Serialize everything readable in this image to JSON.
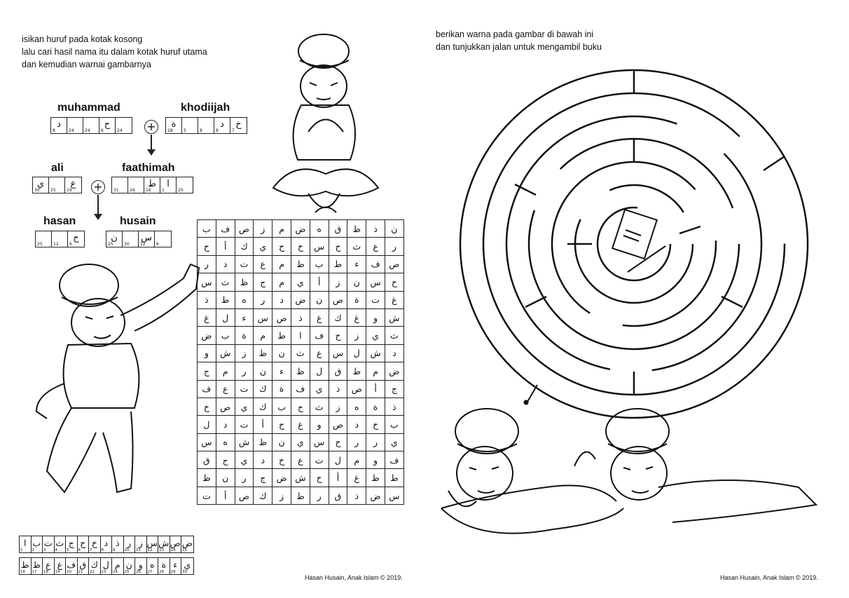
{
  "left_page": {
    "instructions": [
      "isikan huruf pada kotak kosong",
      "lalu cari hasil nama itu dalam kotak huruf utama",
      "dan kemudian warnai gambarnya"
    ],
    "puzzles": [
      {
        "name": "muhammad",
        "boxes": [
          {
            "char": "د",
            "num": "8"
          },
          {
            "char": "",
            "num": "24"
          },
          {
            "char": "",
            "num": "24"
          },
          {
            "char": "ح",
            "num": "6"
          },
          {
            "char": "",
            "num": "24"
          }
        ]
      },
      {
        "name": "khodiijah",
        "boxes": [
          {
            "char": "ة",
            "num": "28"
          },
          {
            "char": "",
            "num": "5"
          },
          {
            "char": "",
            "num": "8"
          },
          {
            "char": "د",
            "num": "8"
          },
          {
            "char": "خ",
            "num": "7"
          }
        ]
      },
      {
        "name": "ali",
        "boxes": [
          {
            "char": "ي",
            "num": "30"
          },
          {
            "char": "",
            "num": "25"
          },
          {
            "char": "ع",
            "num": "19"
          }
        ]
      },
      {
        "name": "faathimah",
        "boxes": [
          {
            "char": "",
            "num": "31"
          },
          {
            "char": "",
            "num": "24"
          },
          {
            "char": "ط",
            "num": "16"
          },
          {
            "char": "ا",
            "num": "1"
          },
          {
            "char": "",
            "num": "20"
          }
        ]
      },
      {
        "name": "hasan",
        "boxes": [
          {
            "char": "",
            "num": "25"
          },
          {
            "char": "",
            "num": "12"
          },
          {
            "char": "ح",
            "num": "6"
          }
        ]
      },
      {
        "name": "husain",
        "boxes": [
          {
            "char": "ن",
            "num": "25"
          },
          {
            "char": "",
            "num": "30"
          },
          {
            "char": "س",
            "num": "12"
          },
          {
            "char": "",
            "num": "6"
          }
        ]
      }
    ],
    "plus_symbol": "+",
    "word_grid": [
      [
        "ب",
        "ف",
        "ص",
        "ز",
        "م",
        "ض",
        "ه",
        "ق",
        "ظ",
        "ذ",
        "ن"
      ],
      [
        "ح",
        "أ",
        "ك",
        "ي",
        "ح",
        "خ",
        "س",
        "ح",
        "ث",
        "ع",
        "ر"
      ],
      [
        "ر",
        "د",
        "ت",
        "ع",
        "م",
        "ط",
        "ب",
        "ط",
        "ء",
        "ف",
        "ص"
      ],
      [
        "س",
        "ث",
        "ظ",
        "ج",
        "م",
        "ي",
        "أ",
        "ز",
        "ن",
        "س",
        "ح"
      ],
      [
        "ذ",
        "ط",
        "ه",
        "ر",
        "د",
        "ض",
        "ن",
        "ص",
        "ة",
        "ت",
        "غ"
      ],
      [
        "غ",
        "ل",
        "ء",
        "س",
        "ص",
        "ذ",
        "غ",
        "ك",
        "غ",
        "و",
        "ش"
      ],
      [
        "ض",
        "ب",
        "ة",
        "م",
        "ط",
        "ا",
        "ف",
        "ح",
        "ز",
        "ي",
        "ث"
      ],
      [
        "و",
        "ش",
        "ز",
        "ظ",
        "ن",
        "ث",
        "ع",
        "س",
        "ل",
        "ش",
        "د"
      ],
      [
        "ج",
        "م",
        "ر",
        "ن",
        "ء",
        "ظ",
        "ل",
        "ق",
        "ط",
        "م",
        "ض"
      ],
      [
        "ف",
        "ع",
        "ت",
        "ك",
        "ة",
        "ف",
        "ي",
        "ذ",
        "ص",
        "أ",
        "ج"
      ],
      [
        "خ",
        "ص",
        "ي",
        "ك",
        "ب",
        "ج",
        "ث",
        "ز",
        "ه",
        "ة",
        "ذ"
      ],
      [
        "ل",
        "د",
        "ت",
        "أ",
        "ح",
        "غ",
        "و",
        "ص",
        "د",
        "خ",
        "ب"
      ],
      [
        "س",
        "ه",
        "ش",
        "ظ",
        "ن",
        "ي",
        "س",
        "ح",
        "ر",
        "ر",
        "ي"
      ],
      [
        "ق",
        "ج",
        "ي",
        "د",
        "خ",
        "ع",
        "ت",
        "ل",
        "م",
        "و",
        "ف"
      ],
      [
        "ظ",
        "ن",
        "ر",
        "ج",
        "ض",
        "ش",
        "ح",
        "أ",
        "غ",
        "ظ",
        "ط"
      ],
      [
        "ت",
        "أ",
        "ص",
        "ك",
        "ز",
        "ط",
        "ر",
        "ق",
        "ذ",
        "ض",
        "س"
      ]
    ],
    "alphabet_row1": [
      {
        "char": "ا",
        "num": "1"
      },
      {
        "char": "ب",
        "num": "2"
      },
      {
        "char": "ت",
        "num": "3"
      },
      {
        "char": "ث",
        "num": "4"
      },
      {
        "char": "ج",
        "num": "5"
      },
      {
        "char": "ح",
        "num": "6"
      },
      {
        "char": "خ",
        "num": "7"
      },
      {
        "char": "د",
        "num": "8"
      },
      {
        "char": "ذ",
        "num": "9"
      },
      {
        "char": "ر",
        "num": "10"
      },
      {
        "char": "ز",
        "num": "11"
      },
      {
        "char": "س",
        "num": "12"
      },
      {
        "char": "ش",
        "num": "13"
      },
      {
        "char": "ص",
        "num": "14"
      },
      {
        "char": "ض",
        "num": "15"
      }
    ],
    "alphabet_row2": [
      {
        "char": "ط",
        "num": "16"
      },
      {
        "char": "ظ",
        "num": "17"
      },
      {
        "char": "ع",
        "num": "18"
      },
      {
        "char": "غ",
        "num": "19"
      },
      {
        "char": "ف",
        "num": "20"
      },
      {
        "char": "ق",
        "num": "21"
      },
      {
        "char": "ك",
        "num": "22"
      },
      {
        "char": "ل",
        "num": "23"
      },
      {
        "char": "م",
        "num": "24"
      },
      {
        "char": "ن",
        "num": "25"
      },
      {
        "char": "و",
        "num": "26"
      },
      {
        "char": "ه",
        "num": "27"
      },
      {
        "char": "ة",
        "num": "28"
      },
      {
        "char": "ء",
        "num": "29"
      },
      {
        "char": "ي",
        "num": "30"
      }
    ],
    "credit": "Hasan Husain, Anak Islam © 2019."
  },
  "right_page": {
    "instructions": [
      "berikan warna pada gambar di bawah ini",
      "dan tunjukkan jalan untuk mengambil buku"
    ],
    "credit": "Hasan Husain, Anak Islam © 2019."
  }
}
